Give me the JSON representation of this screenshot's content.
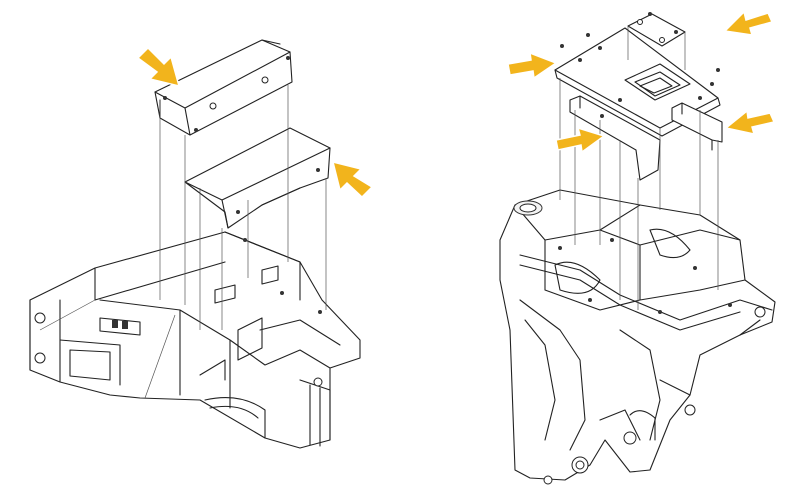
{
  "diagram": {
    "colors": {
      "arrow": "#F2B41C",
      "line": "#222222",
      "background": "#ffffff"
    },
    "left_view": {
      "parts": [
        "upper-bracket",
        "middle-cover",
        "frame"
      ],
      "arrow_count": 2
    },
    "right_view": {
      "parts": [
        "top-plate",
        "small-cover",
        "left-bracket",
        "right-bracket",
        "frame"
      ],
      "arrow_count": 4
    }
  }
}
